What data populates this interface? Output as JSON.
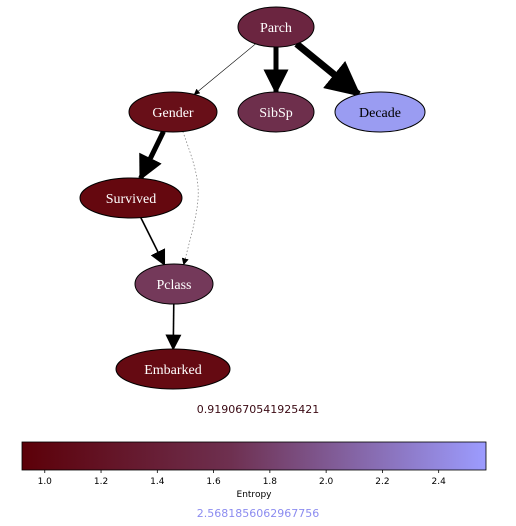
{
  "graph": {
    "nodes": [
      {
        "id": "parch",
        "label": "Parch",
        "color": "#6b2540"
      },
      {
        "id": "gender",
        "label": "Gender",
        "color": "#680f18"
      },
      {
        "id": "sibsp",
        "label": "SibSp",
        "color": "#6e2f4c"
      },
      {
        "id": "decade",
        "label": "Decade",
        "color": "#9a9cf2"
      },
      {
        "id": "survived",
        "label": "Survived",
        "color": "#65080f"
      },
      {
        "id": "pclass",
        "label": "Pclass",
        "color": "#74395a"
      },
      {
        "id": "embarked",
        "label": "Embarked",
        "color": "#650a12"
      }
    ],
    "edges": [
      {
        "from": "parch",
        "to": "gender",
        "weight": "thin"
      },
      {
        "from": "parch",
        "to": "sibsp",
        "weight": "thick"
      },
      {
        "from": "parch",
        "to": "decade",
        "weight": "heavy"
      },
      {
        "from": "gender",
        "to": "survived",
        "weight": "thick"
      },
      {
        "from": "gender",
        "to": "pclass",
        "weight": "dotted"
      },
      {
        "from": "survived",
        "to": "pclass",
        "weight": "medium"
      },
      {
        "from": "pclass",
        "to": "embarked",
        "weight": "medium"
      }
    ]
  },
  "colorbar": {
    "min_text": "0.9190670541925421",
    "max_text": "2.5681856062967756",
    "label": "Entropy",
    "ticks": [
      "1.0",
      "1.2",
      "1.4",
      "1.6",
      "1.8",
      "2.0",
      "2.2",
      "2.4"
    ],
    "tick_values": [
      1.0,
      1.2,
      1.4,
      1.6,
      1.8,
      2.0,
      2.2,
      2.4
    ],
    "min": 0.9190670541925421,
    "max": 2.5681856062967756,
    "color_low": "#5c0008",
    "color_mid": "#6e3050",
    "color_high": "#9c9cff"
  }
}
